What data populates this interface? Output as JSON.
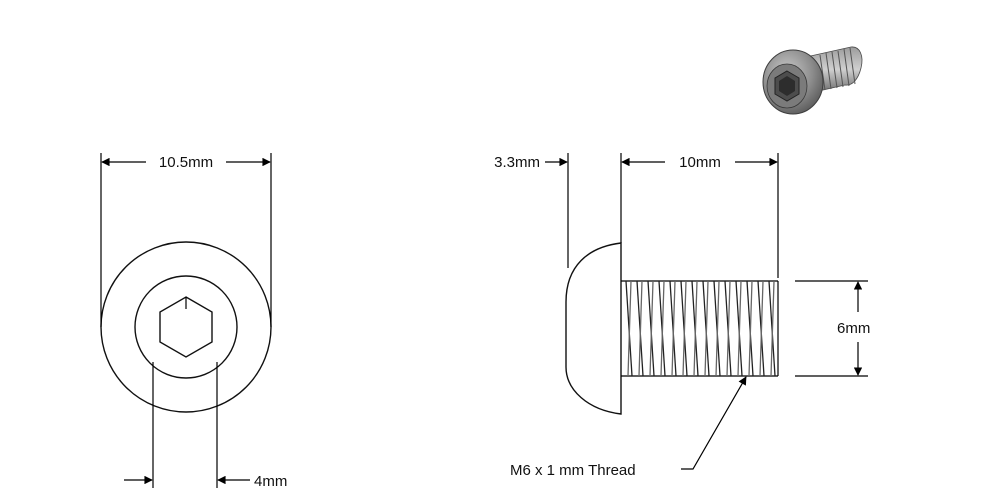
{
  "front_view": {
    "width_label": "10.5mm",
    "socket_label": "4mm"
  },
  "side_view": {
    "head_height_label": "3.3mm",
    "length_label": "10mm",
    "diameter_label": "6mm",
    "thread_callout": "M6 x 1 mm Thread"
  },
  "thumbnail": {
    "icon": "button-head-screw-icon"
  },
  "colors": {
    "line": "#111111",
    "screw_body": "#8a8a8a"
  }
}
